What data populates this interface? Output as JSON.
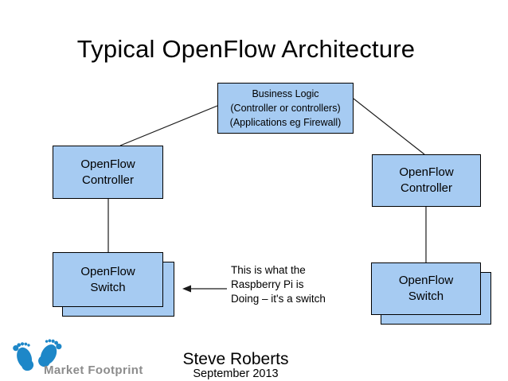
{
  "slide": {
    "title": "Typical OpenFlow Architecture",
    "footer": {
      "author": "Steve Roberts",
      "date": "September 2013"
    },
    "logo": {
      "text": "Market Footprint",
      "footprint_icon_color": "#1d87c8",
      "text_color": "#8c8c8c"
    }
  },
  "diagram": {
    "style": {
      "box_fill": "#a6cbf2",
      "box_border": "#000000",
      "line_color": "#1a1a1a"
    },
    "business_box": {
      "line1": "Business Logic",
      "line2": "(Controller or controllers)",
      "line3": "(Applications eg Firewall)"
    },
    "controller_left": {
      "line1": "OpenFlow",
      "line2": "Controller"
    },
    "controller_right": {
      "line1": "OpenFlow",
      "line2": "Controller"
    },
    "switch_left": {
      "line1": "OpenFlow",
      "line2": "Switch"
    },
    "switch_right": {
      "line1": "OpenFlow",
      "line2": "Switch"
    },
    "annotation": {
      "line1": "This is what the",
      "line2": "Raspberry Pi is",
      "line3": "Doing – it's a switch"
    }
  }
}
